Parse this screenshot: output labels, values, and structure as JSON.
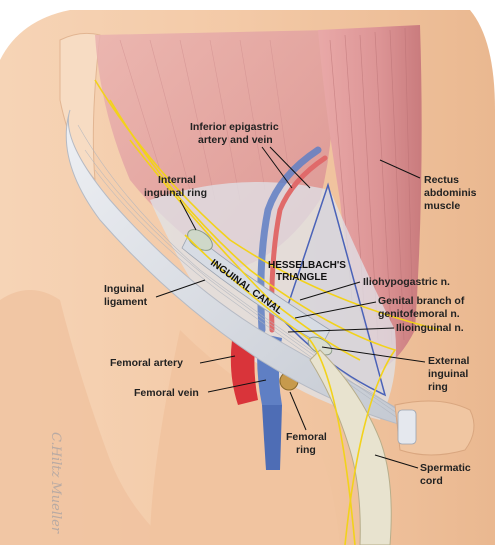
{
  "diagram": {
    "labels": {
      "inferior_epigastric_line1": "Inferior epigastric",
      "inferior_epigastric_line2": "artery and vein",
      "rectus_line1": "Rectus",
      "rectus_line2": "abdominis",
      "rectus_line3": "muscle",
      "internal_ring_line1": "Internal",
      "internal_ring_line2": "inguinal ring",
      "hesselbach_line1": "HESSELBACH'S",
      "hesselbach_line2": "TRIANGLE",
      "iliohypogastric": "Iliohypogastric n.",
      "genital_branch_line1": "Genital branch of",
      "genital_branch_line2": "genitofemoral n.",
      "ilioinguinal": "Ilioinguinal n.",
      "inguinal_ligament_line1": "Inguinal",
      "inguinal_ligament_line2": "ligament",
      "inguinal_canal": "INGUINAL CANAL",
      "external_ring_line1": "External",
      "external_ring_line2": "inguinal",
      "external_ring_line3": "ring",
      "femoral_artery": "Femoral artery",
      "femoral_vein": "Femoral vein",
      "femoral_ring_line1": "Femoral",
      "femoral_ring_line2": "ring",
      "spermatic_line1": "Spermatic",
      "spermatic_line2": "cord",
      "signature": "C.Hiltz Mueller"
    },
    "colors": {
      "skin": "#f3c9a6",
      "skin_shadow": "#e9b48d",
      "muscle": "#e6a3a3",
      "muscle_dark": "#c97d7f",
      "fascia": "#dfe3ea",
      "ligament": "#c9ced6",
      "artery": "#d9343a",
      "vein": "#5f7fc4",
      "nerve": "#f2d21b",
      "triangle": "#4a62b8",
      "femoral_ring": "#c79a4c"
    }
  }
}
